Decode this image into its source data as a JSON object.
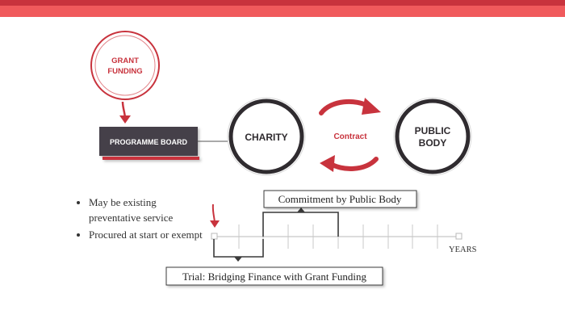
{
  "header": {
    "band_dark_color": "#c8333d",
    "band_light_color": "#f05a5c"
  },
  "grant": {
    "line1": "GRANT",
    "line2": "FUNDING",
    "color": "#c8333d"
  },
  "programme_board": {
    "label": "PROGRAMME BOARD",
    "fill": "#454149",
    "accent": "#c8333d"
  },
  "charity": {
    "label": "CHARITY"
  },
  "public_body": {
    "line1": "PUBLIC",
    "line2": "BODY"
  },
  "contract": {
    "label": "Contract",
    "color": "#c8333d"
  },
  "notes": [
    "May be existing preventative service",
    "Procured at start or exempt"
  ],
  "timeline": {
    "commitment_label": "Commitment by Public Body",
    "trial_label": "Trial: Bridging Finance with Grant Funding",
    "axis_label": "YEARS",
    "marker_color": "#c8333d"
  }
}
